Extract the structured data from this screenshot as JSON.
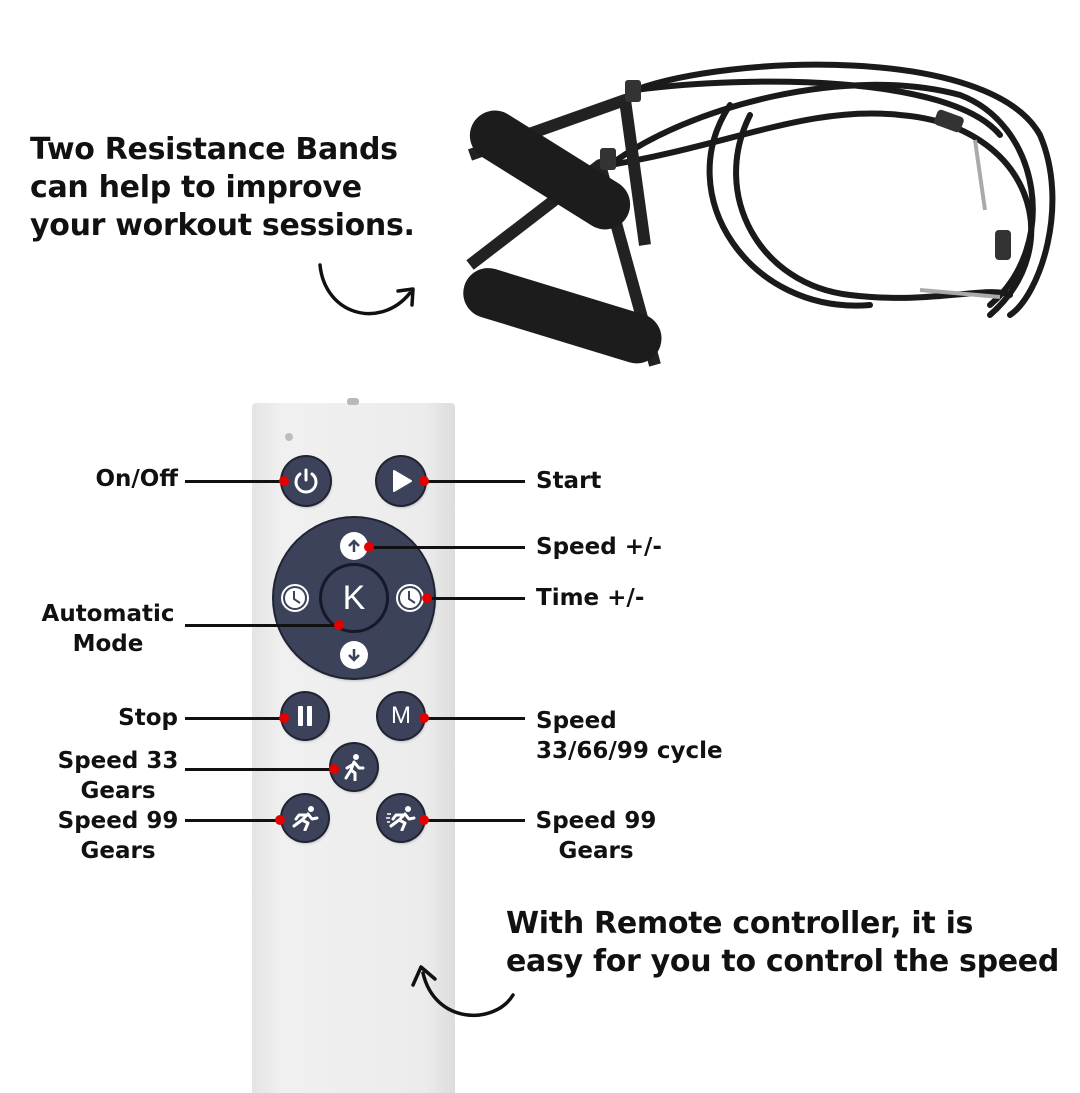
{
  "headline_top": [
    "Two Resistance Bands",
    "can help to improve",
    "your workout sessions."
  ],
  "headline_bottom": [
    "With Remote controller, it is",
    "easy for you to control the speed"
  ],
  "remote": {
    "center_key": "K",
    "mode_key": "M"
  },
  "labels": {
    "on_off": "On/Off",
    "start": "Start",
    "speed_pm": "Speed +/-",
    "time_pm": "Time +/-",
    "automatic_mode": [
      "Automatic",
      "Mode"
    ],
    "stop": "Stop",
    "speed_cycle": [
      "Speed",
      "33/66/99 cycle"
    ],
    "speed33": [
      "Speed 33",
      "Gears"
    ],
    "speed99_left": [
      "Speed 99",
      "Gears"
    ],
    "speed99_right": [
      "Speed 99",
      "Gears"
    ]
  },
  "colors": {
    "button": "#3b4259",
    "pointer_dot": "#e50000"
  }
}
